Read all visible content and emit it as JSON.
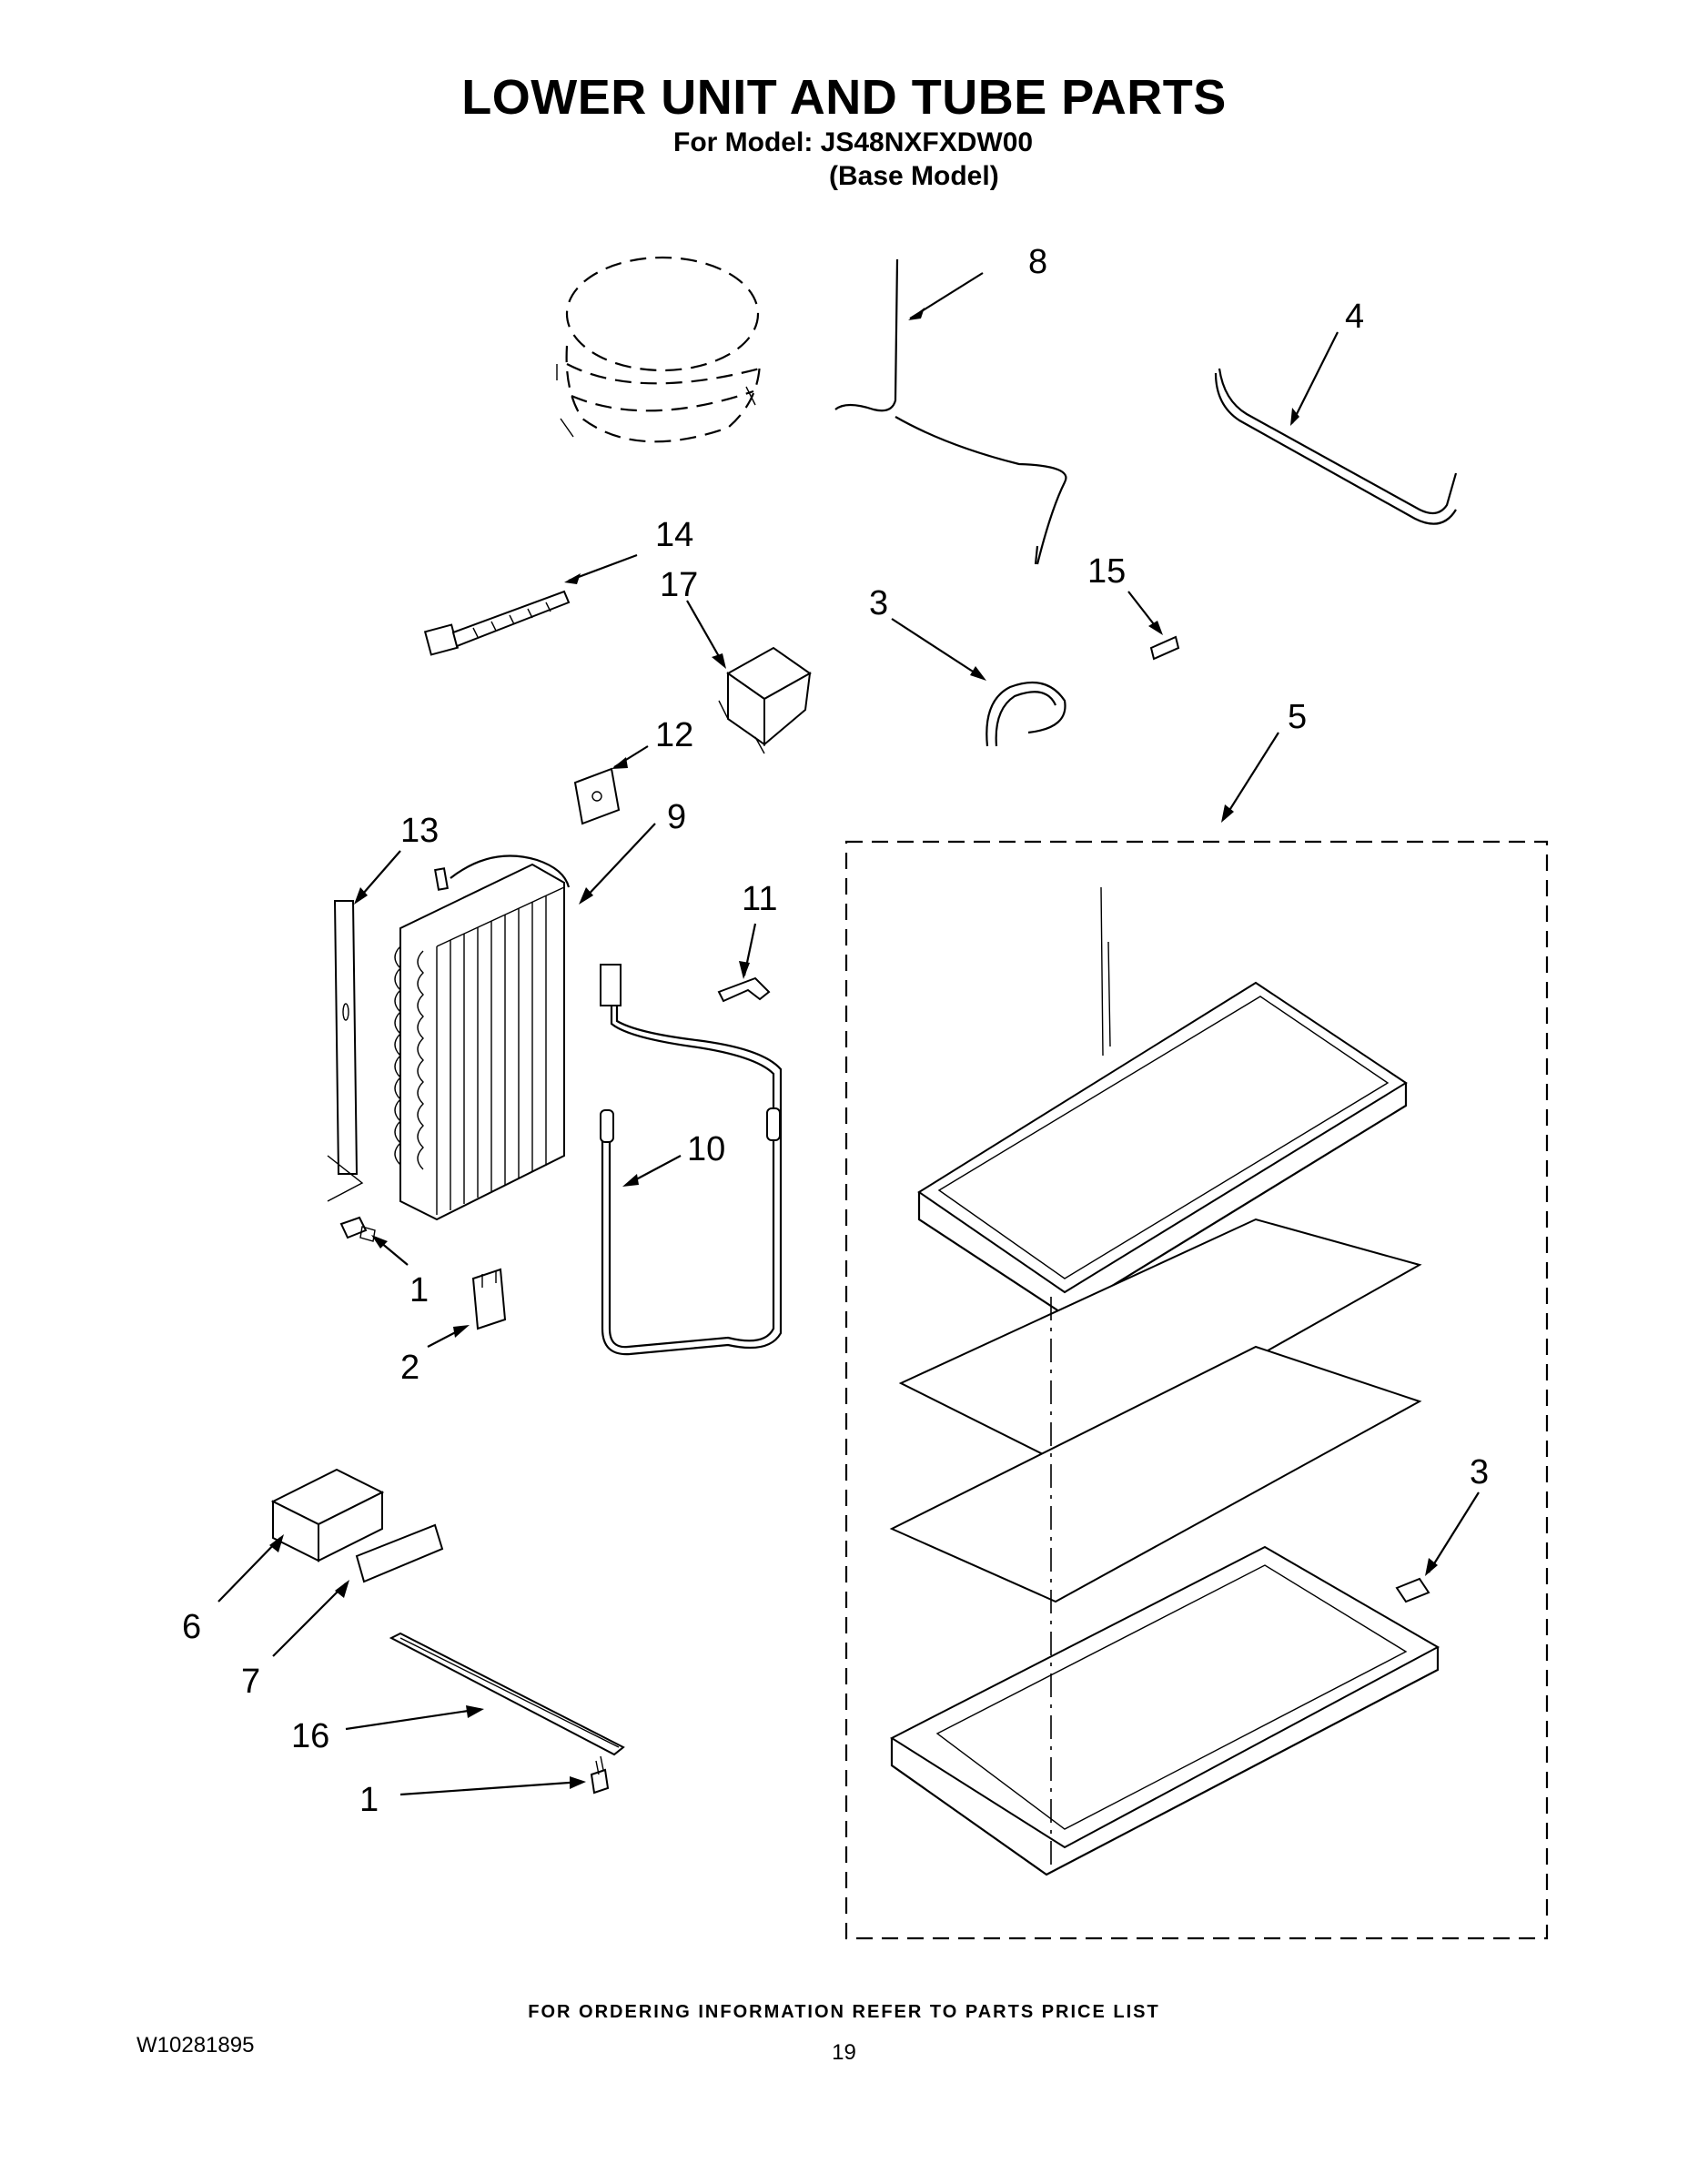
{
  "header": {
    "title": "LOWER UNIT AND TUBE PARTS",
    "model_line": "For Model: JS48NXFXDW00",
    "model_sub": "(Base Model)"
  },
  "callouts": [
    {
      "id": "c8",
      "label": "8"
    },
    {
      "id": "c4",
      "label": "4"
    },
    {
      "id": "c14",
      "label": "14"
    },
    {
      "id": "c17",
      "label": "17"
    },
    {
      "id": "c3a",
      "label": "3"
    },
    {
      "id": "c15",
      "label": "15"
    },
    {
      "id": "c5",
      "label": "5"
    },
    {
      "id": "c12",
      "label": "12"
    },
    {
      "id": "c13",
      "label": "13"
    },
    {
      "id": "c9",
      "label": "9"
    },
    {
      "id": "c11",
      "label": "11"
    },
    {
      "id": "c10",
      "label": "10"
    },
    {
      "id": "c1a",
      "label": "1"
    },
    {
      "id": "c2",
      "label": "2"
    },
    {
      "id": "c3b",
      "label": "3"
    },
    {
      "id": "c6",
      "label": "6"
    },
    {
      "id": "c7",
      "label": "7"
    },
    {
      "id": "c16",
      "label": "16"
    },
    {
      "id": "c1b",
      "label": "1"
    }
  ],
  "footer": {
    "note": "FOR ORDERING INFORMATION REFER TO PARTS PRICE LIST",
    "doc_number": "W10281895",
    "page_number": "19"
  }
}
